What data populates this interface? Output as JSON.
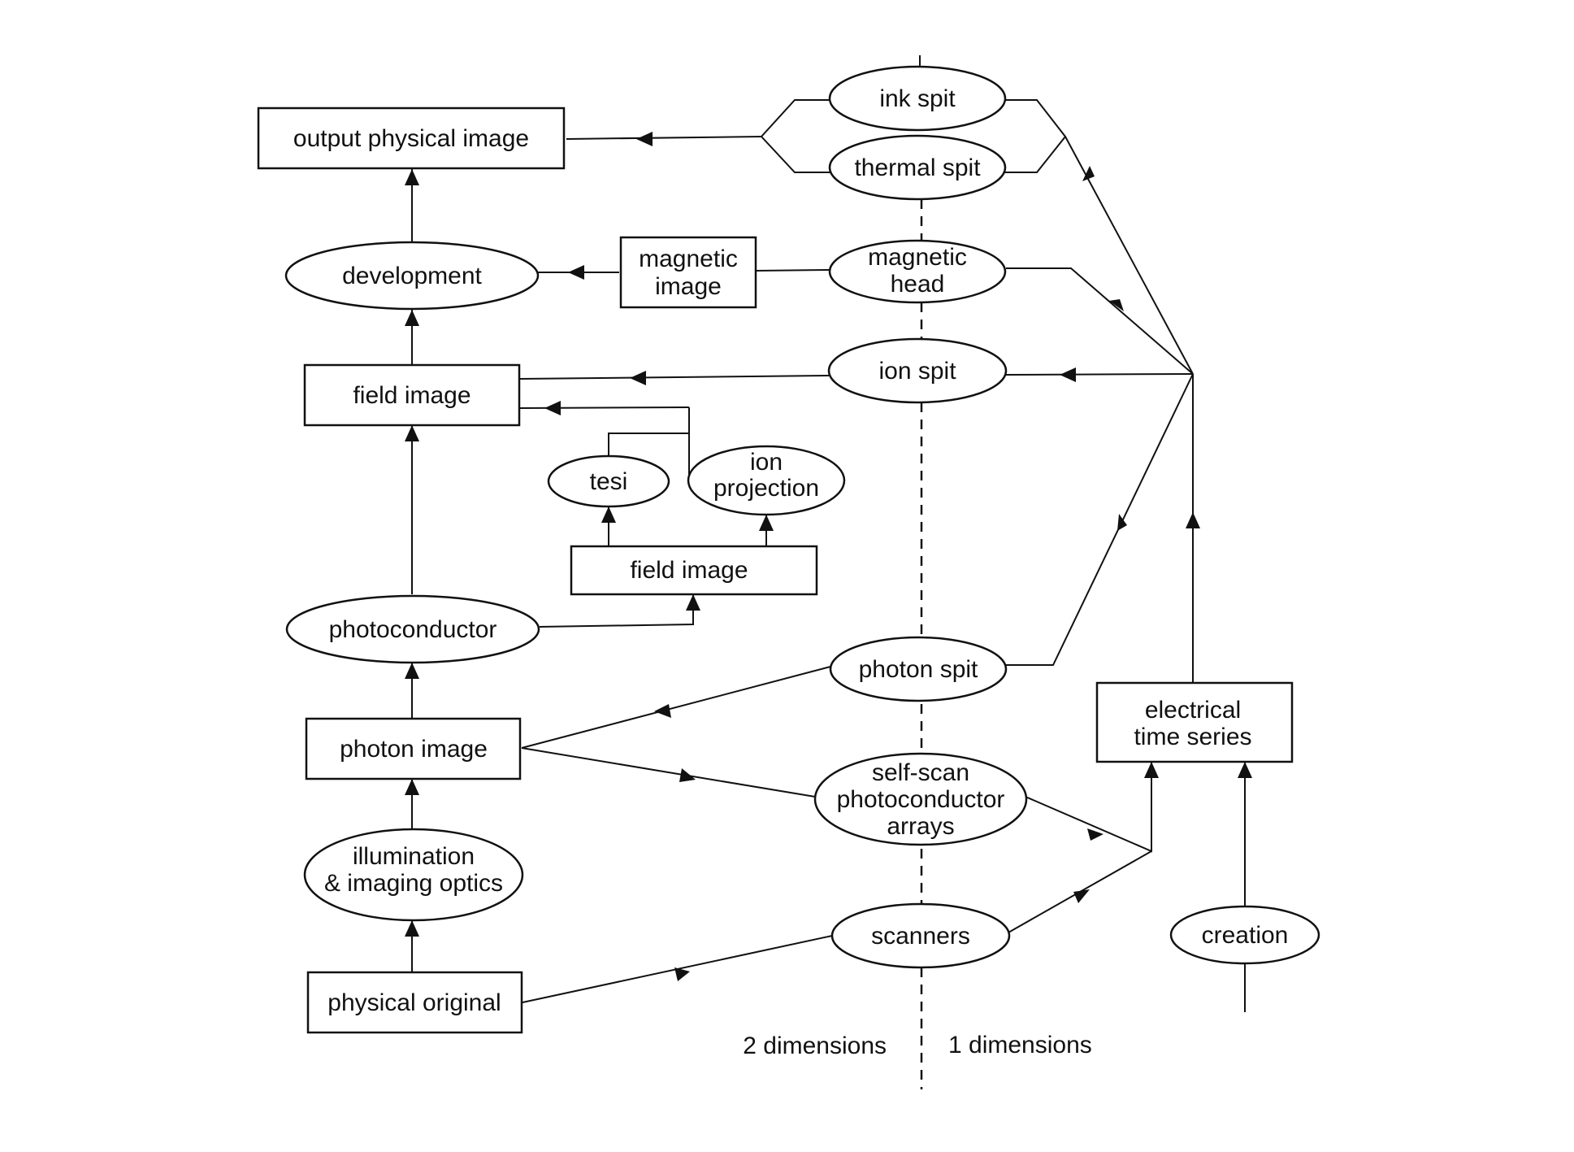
{
  "nodes": {
    "output_physical_image": [
      "output physical image"
    ],
    "development": [
      "development"
    ],
    "magnetic_image": [
      "magnetic",
      "image"
    ],
    "field_image_main": [
      "field image"
    ],
    "tesi": [
      "tesi"
    ],
    "ion_projection": [
      "ion",
      "projection"
    ],
    "field_image_sub": [
      "field image"
    ],
    "photoconductor": [
      "photoconductor"
    ],
    "photon_image": [
      "photon image"
    ],
    "illumination": [
      "illumination",
      "& imaging optics"
    ],
    "physical_original": [
      "physical original"
    ],
    "ink_spit": [
      "ink spit"
    ],
    "thermal_spit": [
      "thermal spit"
    ],
    "magnetic_head": [
      "magnetic",
      "head"
    ],
    "ion_spit": [
      "ion spit"
    ],
    "photon_spit": [
      "photon spit"
    ],
    "self_scan": [
      "self-scan",
      "photoconductor",
      "arrays"
    ],
    "scanners": [
      "scanners"
    ],
    "electrical_time_series": [
      "electrical",
      "time series"
    ],
    "creation": [
      "creation"
    ]
  },
  "labels": {
    "two_dim": "2 dimensions",
    "one_dim": "1 dimensions"
  }
}
